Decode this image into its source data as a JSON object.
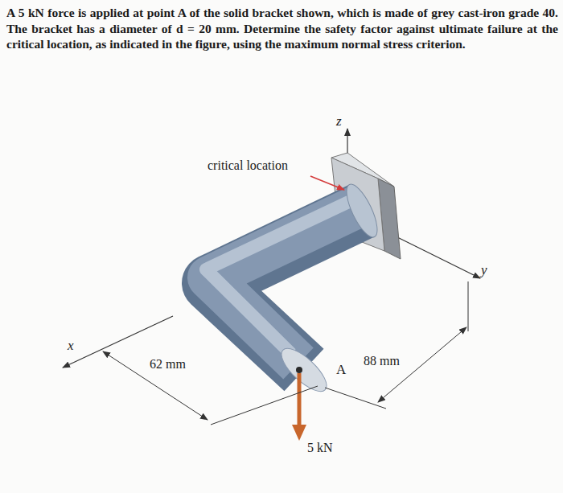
{
  "diagram": {
    "labels": [
      "A 5 kN force is applied at point A of the solid bracket shown, which is made of grey cast-iron grade 40. The bracket has a diameter of d = 20 mm. Determine the safety factor against ultimate failure at the critical location, as indicated in the figure, using the maximum normal stress criterion.",
      "z",
      "critical location",
      "y",
      "x",
      "62 mm",
      "88 mm",
      "A",
      "5 kN"
    ]
  }
}
